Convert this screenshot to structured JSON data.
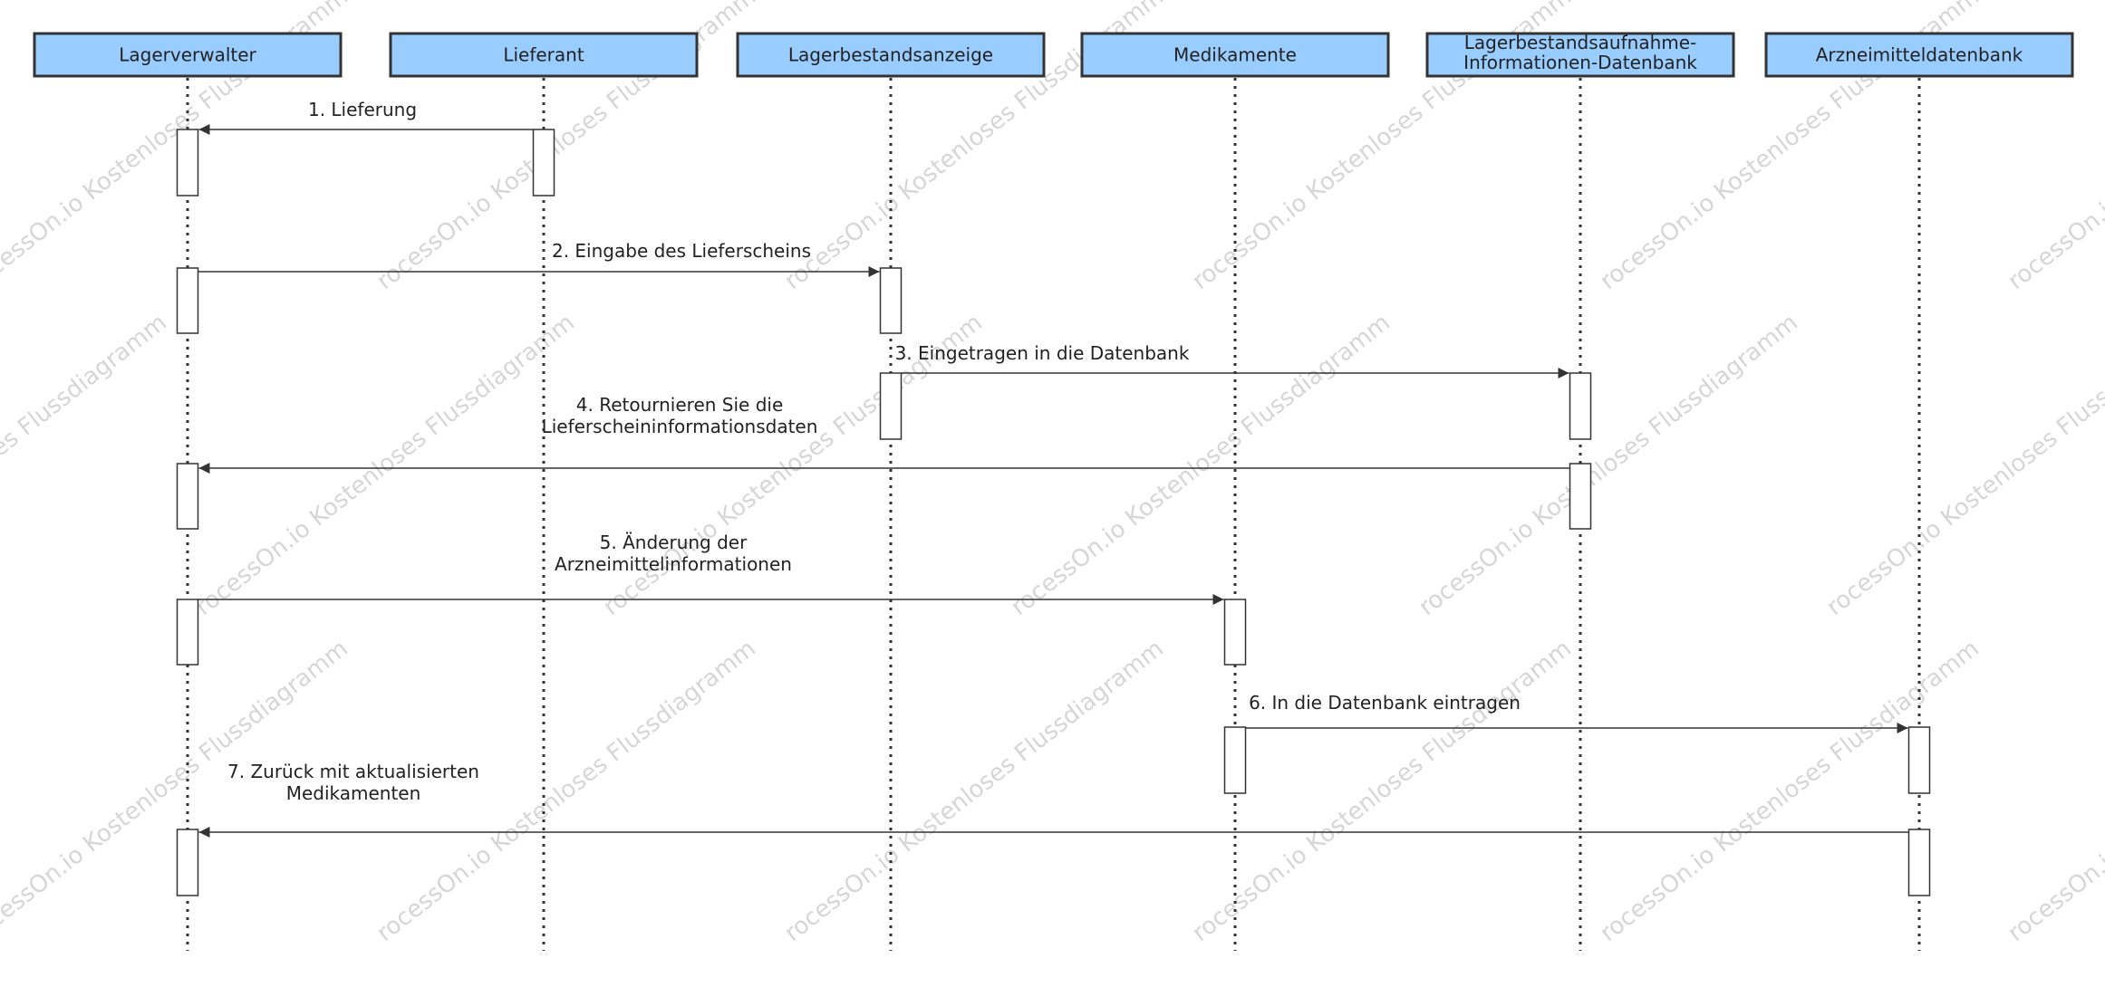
{
  "participants": [
    {
      "id": "lagerverwalter",
      "lines": [
        "Lagerverwalter"
      ]
    },
    {
      "id": "lieferant",
      "lines": [
        "Lieferant"
      ]
    },
    {
      "id": "lagerbestandsanzeige",
      "lines": [
        "Lagerbestandsanzeige"
      ]
    },
    {
      "id": "medikamente",
      "lines": [
        "Medikamente"
      ]
    },
    {
      "id": "lagerbestandsaufnahme-db",
      "lines": [
        "Lagerbestandsaufnahme-",
        "Informationen-Datenbank"
      ]
    },
    {
      "id": "arzneimitteldatenbank",
      "lines": [
        "Arzneimitteldatenbank"
      ]
    }
  ],
  "messages": [
    {
      "from": 1,
      "to": 0,
      "lines": [
        "1. Lieferung"
      ]
    },
    {
      "from": 0,
      "to": 2,
      "lines": [
        "2. Eingabe des Lieferscheins"
      ]
    },
    {
      "from": 2,
      "to": 4,
      "lines": [
        "3. Eingetragen in die Datenbank"
      ]
    },
    {
      "from": 4,
      "to": 0,
      "lines": [
        "4. Retournieren Sie die",
        "Lieferscheininformationsdaten"
      ]
    },
    {
      "from": 0,
      "to": 3,
      "lines": [
        "5. Änderung der",
        "Arzneimittelinformationen"
      ]
    },
    {
      "from": 3,
      "to": 5,
      "lines": [
        "6. In die Datenbank eintragen"
      ]
    },
    {
      "from": 5,
      "to": 0,
      "lines": [
        "7. Zurück mit aktualisierten",
        "Medikamenten"
      ]
    }
  ],
  "watermark": {
    "texts": [
      "rocessOn.io Kostenloses Flussdiagramm",
      "rocessOn.io Kostenloses Flussdiagramm"
    ],
    "color": "#d6d6d6"
  },
  "colors": {
    "header_fill": "#99ccff",
    "header_stroke": "#333333",
    "line": "#333333"
  }
}
